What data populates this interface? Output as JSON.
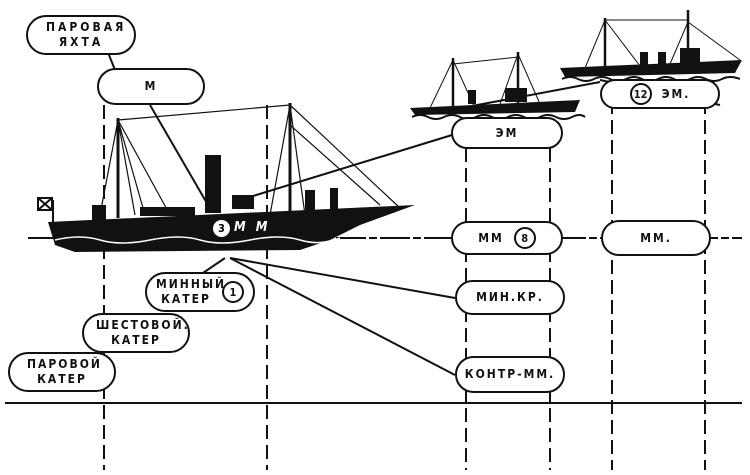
{
  "diagram": {
    "ships": {
      "steam_yacht": {
        "hull_number": "3",
        "hull_label": "М М"
      },
      "middle_ship": {},
      "right_ship": {}
    },
    "labels": {
      "steam_yacht": "ПАРОВАЯ ЯХТА",
      "m": "М",
      "em_middle": "ЭМ",
      "em_right": "ЭМ.",
      "em_right_number": "12",
      "mm_middle": "ММ",
      "mm_middle_number": "8",
      "mm_right": "ММ.",
      "mine_cruiser": "МИН.КР.",
      "counter_destroyer": "КОНТР-ММ.",
      "mine_boat": "МИННЫЙ КАТЕР",
      "mine_boat_number": "1",
      "pole_boat": "ШЕСТОВОЙ. КАТЕР",
      "steam_boat": "ПАРОВОЙ КАТЕР"
    },
    "colors": {
      "ink": "#111111",
      "paper": "#ffffff"
    }
  }
}
